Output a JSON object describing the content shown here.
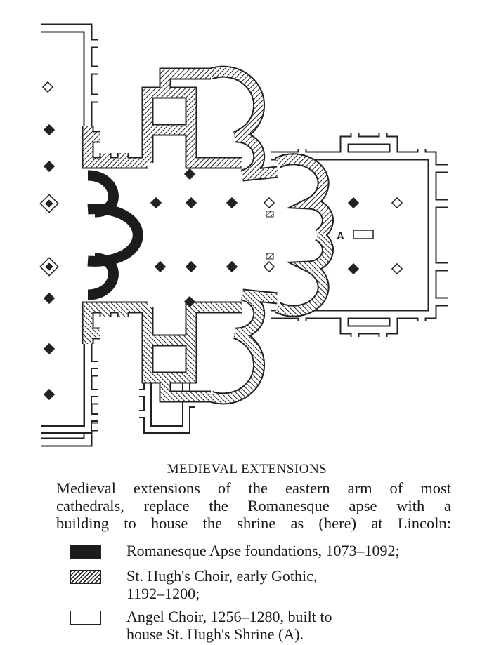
{
  "diagram": {
    "shrine_label": "A"
  },
  "caption": {
    "title": "MEDIEVAL EXTENSIONS",
    "lines": [
      "Medieval extensions of the eastern arm of most",
      "cathedrals, replace the Romanesque apse with a",
      "building to house the shrine as (here) at Lincoln:"
    ]
  },
  "legend": [
    {
      "swatch": "solid-black",
      "label": "Romanesque Apse foundations, 1073–1092;"
    },
    {
      "swatch": "hatched",
      "label": "St. Hugh's Choir, early Gothic, 1192–1200;"
    },
    {
      "swatch": "open",
      "label": "Angel Choir, 1256–1280, built to house St. Hugh's Shrine (A)."
    }
  ]
}
